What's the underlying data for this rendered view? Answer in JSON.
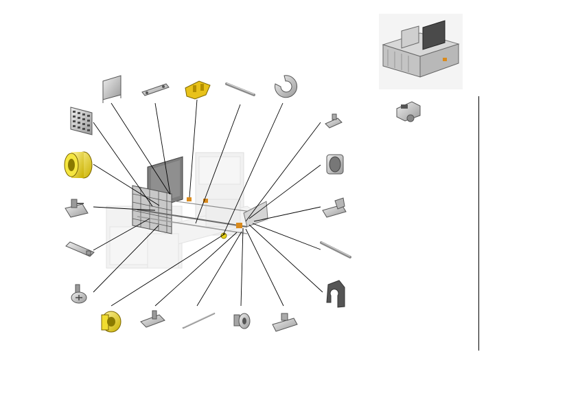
{
  "page": {
    "background": "#ffffff"
  },
  "colors": {
    "part_gray": "#c9c9c9",
    "part_dark": "#4a4a4a",
    "part_light": "#e6e6e6",
    "accent_yellow": "#e8d21a",
    "accent_orange": "#d98a1c",
    "leader_line": "#000000",
    "divider": "#000000"
  },
  "diagram": {
    "kind": "exploded-parts-view",
    "parts": [
      {
        "id": "side-plate",
        "icon": "side-plate-icon"
      },
      {
        "id": "small-bracket",
        "icon": "small-bracket-icon"
      },
      {
        "id": "gear-cluster",
        "icon": "gear-cluster-icon"
      },
      {
        "id": "thin-shaft",
        "icon": "thin-shaft-icon"
      },
      {
        "id": "e-ring",
        "icon": "e-ring-icon"
      },
      {
        "id": "grid-panel",
        "icon": "grid-panel-icon"
      },
      {
        "id": "yellow-pulley",
        "icon": "yellow-pulley-icon"
      },
      {
        "id": "mount-bracket",
        "icon": "mount-bracket-icon"
      },
      {
        "id": "flat-bar",
        "icon": "flat-bar-icon"
      },
      {
        "id": "screw",
        "icon": "screw-icon"
      },
      {
        "id": "yellow-gear",
        "icon": "yellow-gear-icon"
      },
      {
        "id": "clip-bracket",
        "icon": "clip-bracket-icon"
      },
      {
        "id": "long-pin",
        "icon": "long-pin-icon"
      },
      {
        "id": "shoulder-screw",
        "icon": "shoulder-screw-icon"
      },
      {
        "id": "slide-plate",
        "icon": "slide-plate-icon"
      },
      {
        "id": "small-clip",
        "icon": "small-clip-icon"
      },
      {
        "id": "bushing",
        "icon": "bushing-icon"
      },
      {
        "id": "angle-bracket",
        "icon": "angle-bracket-icon"
      },
      {
        "id": "rod",
        "icon": "rod-icon"
      },
      {
        "id": "lock-plate",
        "icon": "lock-plate-icon"
      }
    ],
    "thumbnails": [
      {
        "id": "assembly-thumbnail",
        "icon": "assembly-thumbnail-icon"
      },
      {
        "id": "sub-part-thumbnail",
        "icon": "sub-part-icon"
      }
    ]
  }
}
